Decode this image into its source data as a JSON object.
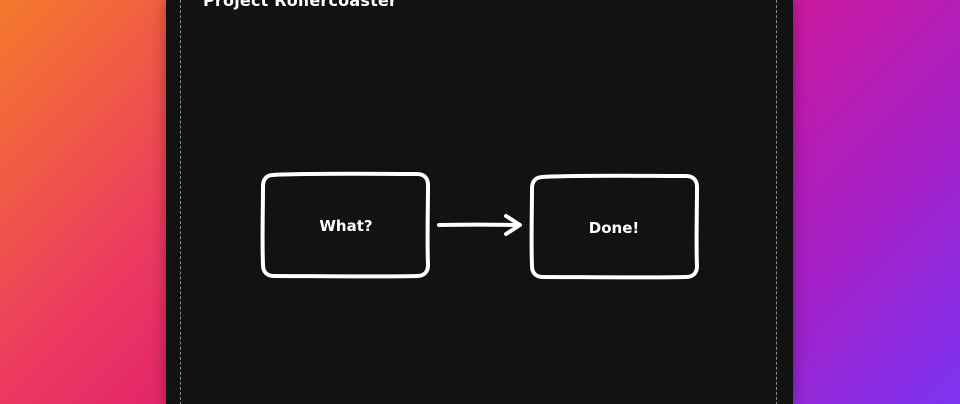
{
  "frame": {
    "title": "Project Rollercoaster"
  },
  "diagram": {
    "nodes": [
      {
        "id": "what",
        "label": "What?"
      },
      {
        "id": "done",
        "label": "Done!"
      }
    ],
    "edges": [
      {
        "from": "what",
        "to": "done"
      }
    ]
  },
  "colors": {
    "canvas": "#121212",
    "stroke": "#ffffff",
    "frame_border": "#8a8a8a",
    "background_gradient": [
      "#f47a2c",
      "#e0206e",
      "#c41aa6",
      "#7b34f2"
    ]
  }
}
